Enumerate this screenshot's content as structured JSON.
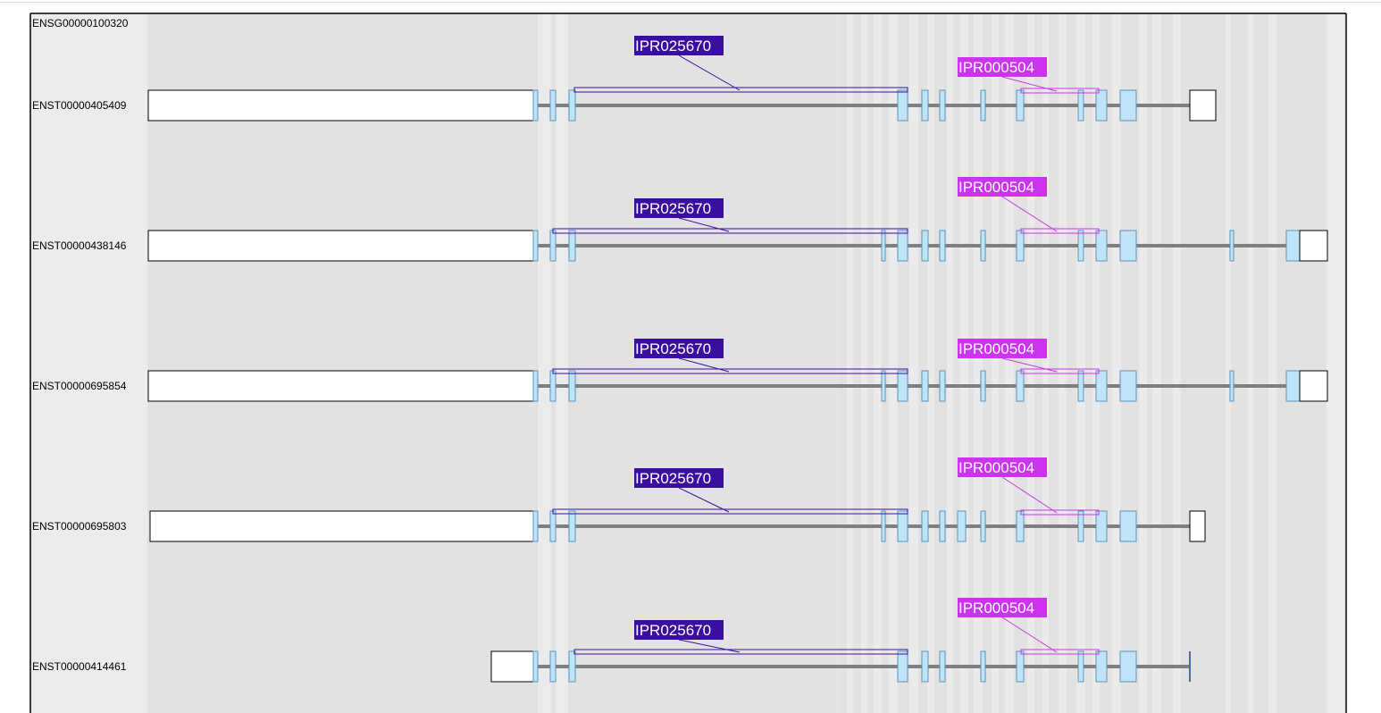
{
  "gene": {
    "id": "ENSG00000100320"
  },
  "colors": {
    "panel_background": "#e2e2e2",
    "label_column": "#ececec",
    "exon_fill": "#bfe3f7",
    "exon_stroke": "#5f90b8",
    "utr_fill": "#ffffff",
    "intron": "#7f7f7f",
    "domain_IPR025670": "#3a0ea0",
    "domain_IPR000504": "#cc33ee"
  },
  "legend_domains": [
    {
      "id": "IPR025670"
    },
    {
      "id": "IPR000504"
    }
  ],
  "transcripts": [
    {
      "id": "ENST00000405409",
      "domains": [
        "IPR025670",
        "IPR000504"
      ]
    },
    {
      "id": "ENST00000438146",
      "domains": [
        "IPR025670",
        "IPR000504"
      ]
    },
    {
      "id": "ENST00000695854",
      "domains": [
        "IPR025670",
        "IPR000504"
      ]
    },
    {
      "id": "ENST00000695803",
      "domains": [
        "IPR025670",
        "IPR000504"
      ]
    },
    {
      "id": "ENST00000414461",
      "domains": [
        "IPR025670",
        "IPR000504"
      ]
    }
  ]
}
